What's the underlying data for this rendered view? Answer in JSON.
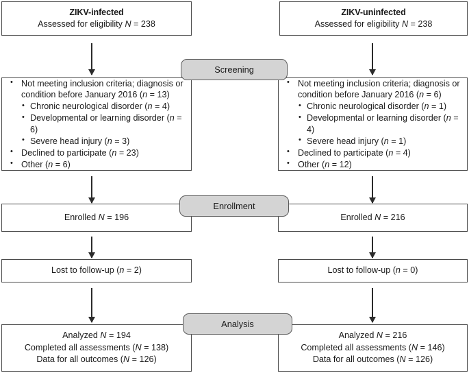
{
  "figure": {
    "type": "CONSORT participant flow diagram",
    "arms": [
      "ZIKV-infected",
      "ZIKV-uninfected"
    ]
  },
  "stages": [
    {
      "name": "screening",
      "label": "Screening"
    },
    {
      "name": "enrollment",
      "label": "Enrollment"
    },
    {
      "name": "analysis",
      "label": "Analysis"
    }
  ],
  "left": {
    "header": {
      "title": "ZIKV-infected",
      "assessed_prefix": "Assessed for eligibility ",
      "assessed_var": "N",
      "assessed_value": " = 238"
    },
    "excluded": [
      {
        "text_before": "Not meeting inclusion criteria; diagnosis or condition before January 2016 (",
        "var": "n",
        "text_after": " = 13)",
        "children": [
          {
            "text_before": "Chronic neurological disorder (",
            "var": "n",
            "text_after": " = 4)"
          },
          {
            "text_before": "Developmental or learning disorder (",
            "var": "n",
            "text_after": " = 6)"
          },
          {
            "text_before": "Severe head injury (",
            "var": "n",
            "text_after": " = 3)"
          }
        ]
      },
      {
        "text_before": "Declined to participate (",
        "var": "n",
        "text_after": " = 23)",
        "children": []
      },
      {
        "text_before": "Other (",
        "var": "n",
        "text_after": " = 6)",
        "children": []
      }
    ],
    "enrolled": {
      "prefix": "Enrolled ",
      "var": "N",
      "value": " = 196"
    },
    "lost": {
      "prefix": "Lost to follow-up (",
      "var": "n",
      "value": " = 2)"
    },
    "analysis": [
      {
        "prefix": "Analyzed ",
        "var": "N",
        "value": " = 194"
      },
      {
        "prefix": "Completed all assessments (",
        "var": "N",
        "value": " = 138)"
      },
      {
        "prefix": "Data for all outcomes (",
        "var": "N",
        "value": " = 126)"
      }
    ]
  },
  "right": {
    "header": {
      "title": "ZIKV-uninfected",
      "assessed_prefix": "Assessed for eligibility ",
      "assessed_var": "N",
      "assessed_value": " = 238"
    },
    "excluded": [
      {
        "text_before": "Not meeting inclusion criteria; diagnosis or condition before January 2016 (",
        "var": "n",
        "text_after": " = 6)",
        "children": [
          {
            "text_before": "Chronic neurological disorder (",
            "var": "n",
            "text_after": " = 1)"
          },
          {
            "text_before": "Developmental or learning disorder (",
            "var": "n",
            "text_after": " = 4)"
          },
          {
            "text_before": "Severe head injury (",
            "var": "n",
            "text_after": " = 1)"
          }
        ]
      },
      {
        "text_before": "Declined to participate (",
        "var": "n",
        "text_after": " = 4)",
        "children": []
      },
      {
        "text_before": "Other (",
        "var": "n",
        "text_after": " = 12)",
        "children": []
      }
    ],
    "enrolled": {
      "prefix": "Enrolled ",
      "var": "N",
      "value": " = 216"
    },
    "lost": {
      "prefix": "Lost to follow-up (",
      "var": "n",
      "value": " = 0)"
    },
    "analysis": [
      {
        "prefix": "Analyzed ",
        "var": "N",
        "value": " = 216"
      },
      {
        "prefix": "Completed all assessments (",
        "var": "N",
        "value": " = 146)"
      },
      {
        "prefix": "Data for all outcomes (",
        "var": "N",
        "value": " = 126)"
      }
    ]
  },
  "colors": {
    "pill_fill": "#d4d4d4",
    "pill_border": "#5a5a5a",
    "box_border": "#4a4a4a",
    "text": "#1a1a1a"
  }
}
